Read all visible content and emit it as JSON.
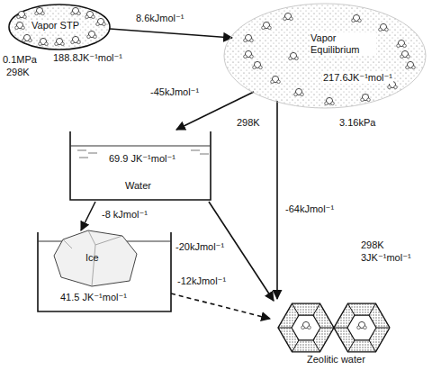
{
  "diagram": {
    "nodes": [
      {
        "text": [
          "Vapor STP",
          "188.8JK⁻¹mol⁻¹"
        ]
      },
      {
        "text": [
          "Vapor Equilibrium",
          "217.6JK⁻¹mol⁻¹"
        ]
      },
      {
        "text": [
          "69.9 JK⁻¹mol⁻¹",
          "Water"
        ]
      },
      {
        "text": [
          "Ice",
          "41.5 JK⁻¹mol⁻¹"
        ]
      },
      {
        "text": [
          "298K",
          "3JK⁻¹mol⁻¹",
          "Zeolitic water"
        ]
      }
    ],
    "edges": [
      {
        "from": 0,
        "to": 1,
        "arrow": "to",
        "label": "8.6kJmol⁻¹"
      },
      {
        "from": 1,
        "to": 2,
        "arrow": "to",
        "label": "-45kJmol⁻¹"
      },
      {
        "from": 1,
        "to": 4,
        "arrow": "to",
        "label": "-64kJmol⁻¹"
      },
      {
        "from": 2,
        "to": 3,
        "arrow": "to",
        "label": "-8 kJmol⁻¹"
      },
      {
        "from": 2,
        "to": 4,
        "arrow": "to",
        "label": "-20kJmol⁻¹"
      },
      {
        "from": 3,
        "to": 4,
        "arrow": "to",
        "label": "-12kJmol⁻¹"
      }
    ],
    "labels": [
      "0.1MPa",
      "298K",
      "298K",
      "3.16kPa"
    ]
  }
}
